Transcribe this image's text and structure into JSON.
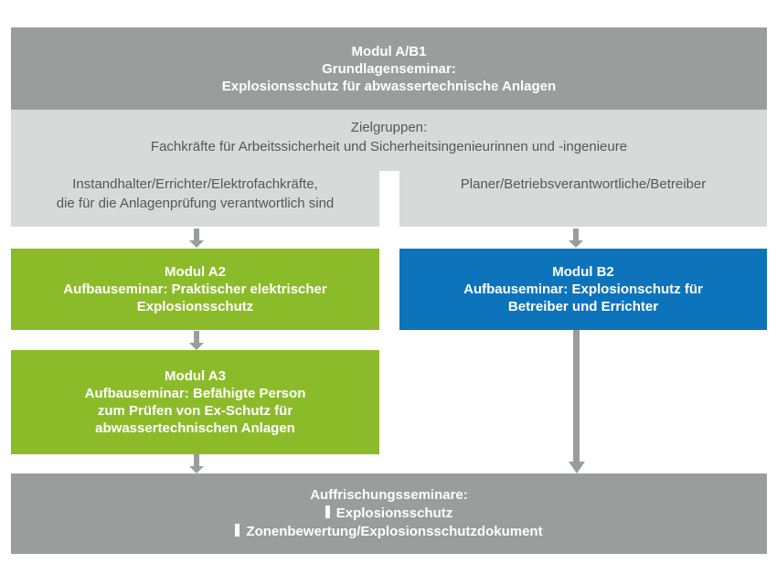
{
  "colors": {
    "header_gray": "#9b9c9c",
    "band_gray": "#d8d9d9",
    "green": "#8cbb2a",
    "blue": "#0d74bc",
    "arrow_gray": "#9b9c9c",
    "text_dark": "#575756",
    "text_white": "#ffffff"
  },
  "module_ab1": {
    "line1": "Modul A/B1",
    "line2": "Grundlagenseminar:",
    "line3": "Explosionsschutz für abwassertechnische Anlagen"
  },
  "zielgruppen": {
    "title": "Zielgruppen:",
    "subtitle": "Fachkräfte für Arbeitssicherheit und Sicherheitsingenieurinnen und -ingenieure"
  },
  "audience_left": {
    "line1": "Instandhalter/Errichter/Elektrofachkräfte,",
    "line2": "die für die Anlagenprüfung verantwortlich sind"
  },
  "audience_right": {
    "line1": "Planer/Betriebsverantwortliche/Betreiber"
  },
  "module_a2": {
    "title": "Modul A2",
    "line1": "Aufbauseminar: Praktischer elektrischer",
    "line2": "Explosionsschutz"
  },
  "module_b2": {
    "title": "Modul B2",
    "line1": "Aufbauseminar: Explosionschutz für",
    "line2": "Betreiber und Errichter"
  },
  "module_a3": {
    "title": "Modul A3",
    "line1": "Aufbauseminar: Befähigte Person",
    "line2": "zum Prüfen von Ex-Schutz für",
    "line3": "abwassertechnischen Anlagen"
  },
  "refresher": {
    "title": "Auffrischungsseminare:",
    "item1": "Explosionsschutz",
    "item2": "Zonenbewertung/Explosionsschutzdokument"
  }
}
